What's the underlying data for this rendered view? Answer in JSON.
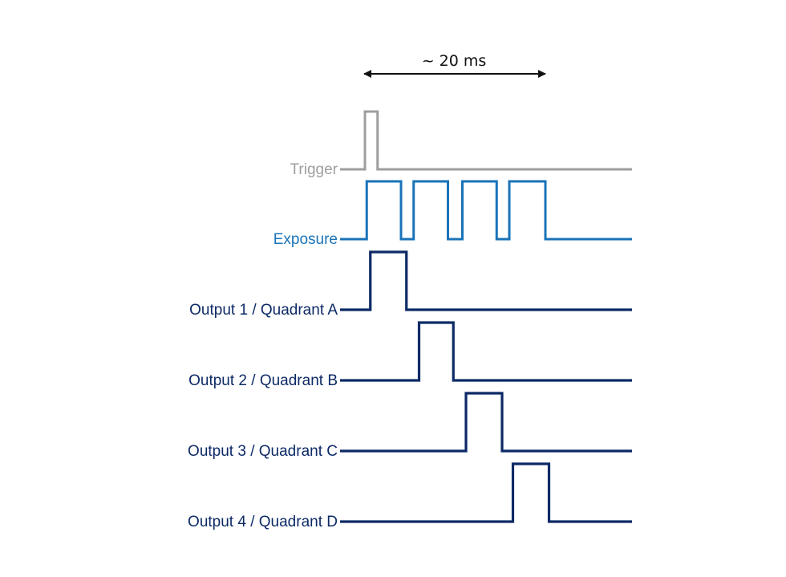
{
  "diagram": {
    "type": "timing-diagram",
    "duration_annotation": {
      "label": "~ 20 ms",
      "spans": "trigger start to end of fourth exposure"
    },
    "colors": {
      "trigger": "#9e9e9e",
      "exposure": "#1a73b8",
      "output": "#0d2a66",
      "annotation": "#111111"
    },
    "signals": [
      {
        "id": "trigger",
        "label": "Trigger",
        "color_key": "trigger",
        "pulses": [
          [
            0.0,
            0.07
          ]
        ]
      },
      {
        "id": "exposure",
        "label": "Exposure",
        "color_key": "exposure",
        "pulses": [
          [
            0.01,
            0.2
          ],
          [
            0.27,
            0.46
          ],
          [
            0.54,
            0.73
          ],
          [
            0.8,
            1.0
          ]
        ]
      },
      {
        "id": "output-1",
        "label": "Output 1 / Quadrant A",
        "color_key": "output",
        "pulses": [
          [
            0.03,
            0.23
          ]
        ]
      },
      {
        "id": "output-2",
        "label": "Output 2 / Quadrant B",
        "color_key": "output",
        "pulses": [
          [
            0.3,
            0.49
          ]
        ]
      },
      {
        "id": "output-3",
        "label": "Output 3 / Quadrant C",
        "color_key": "output",
        "pulses": [
          [
            0.56,
            0.76
          ]
        ]
      },
      {
        "id": "output-4",
        "label": "Output 4 / Quadrant D",
        "color_key": "output",
        "pulses": [
          [
            0.82,
            1.02
          ]
        ]
      }
    ]
  }
}
